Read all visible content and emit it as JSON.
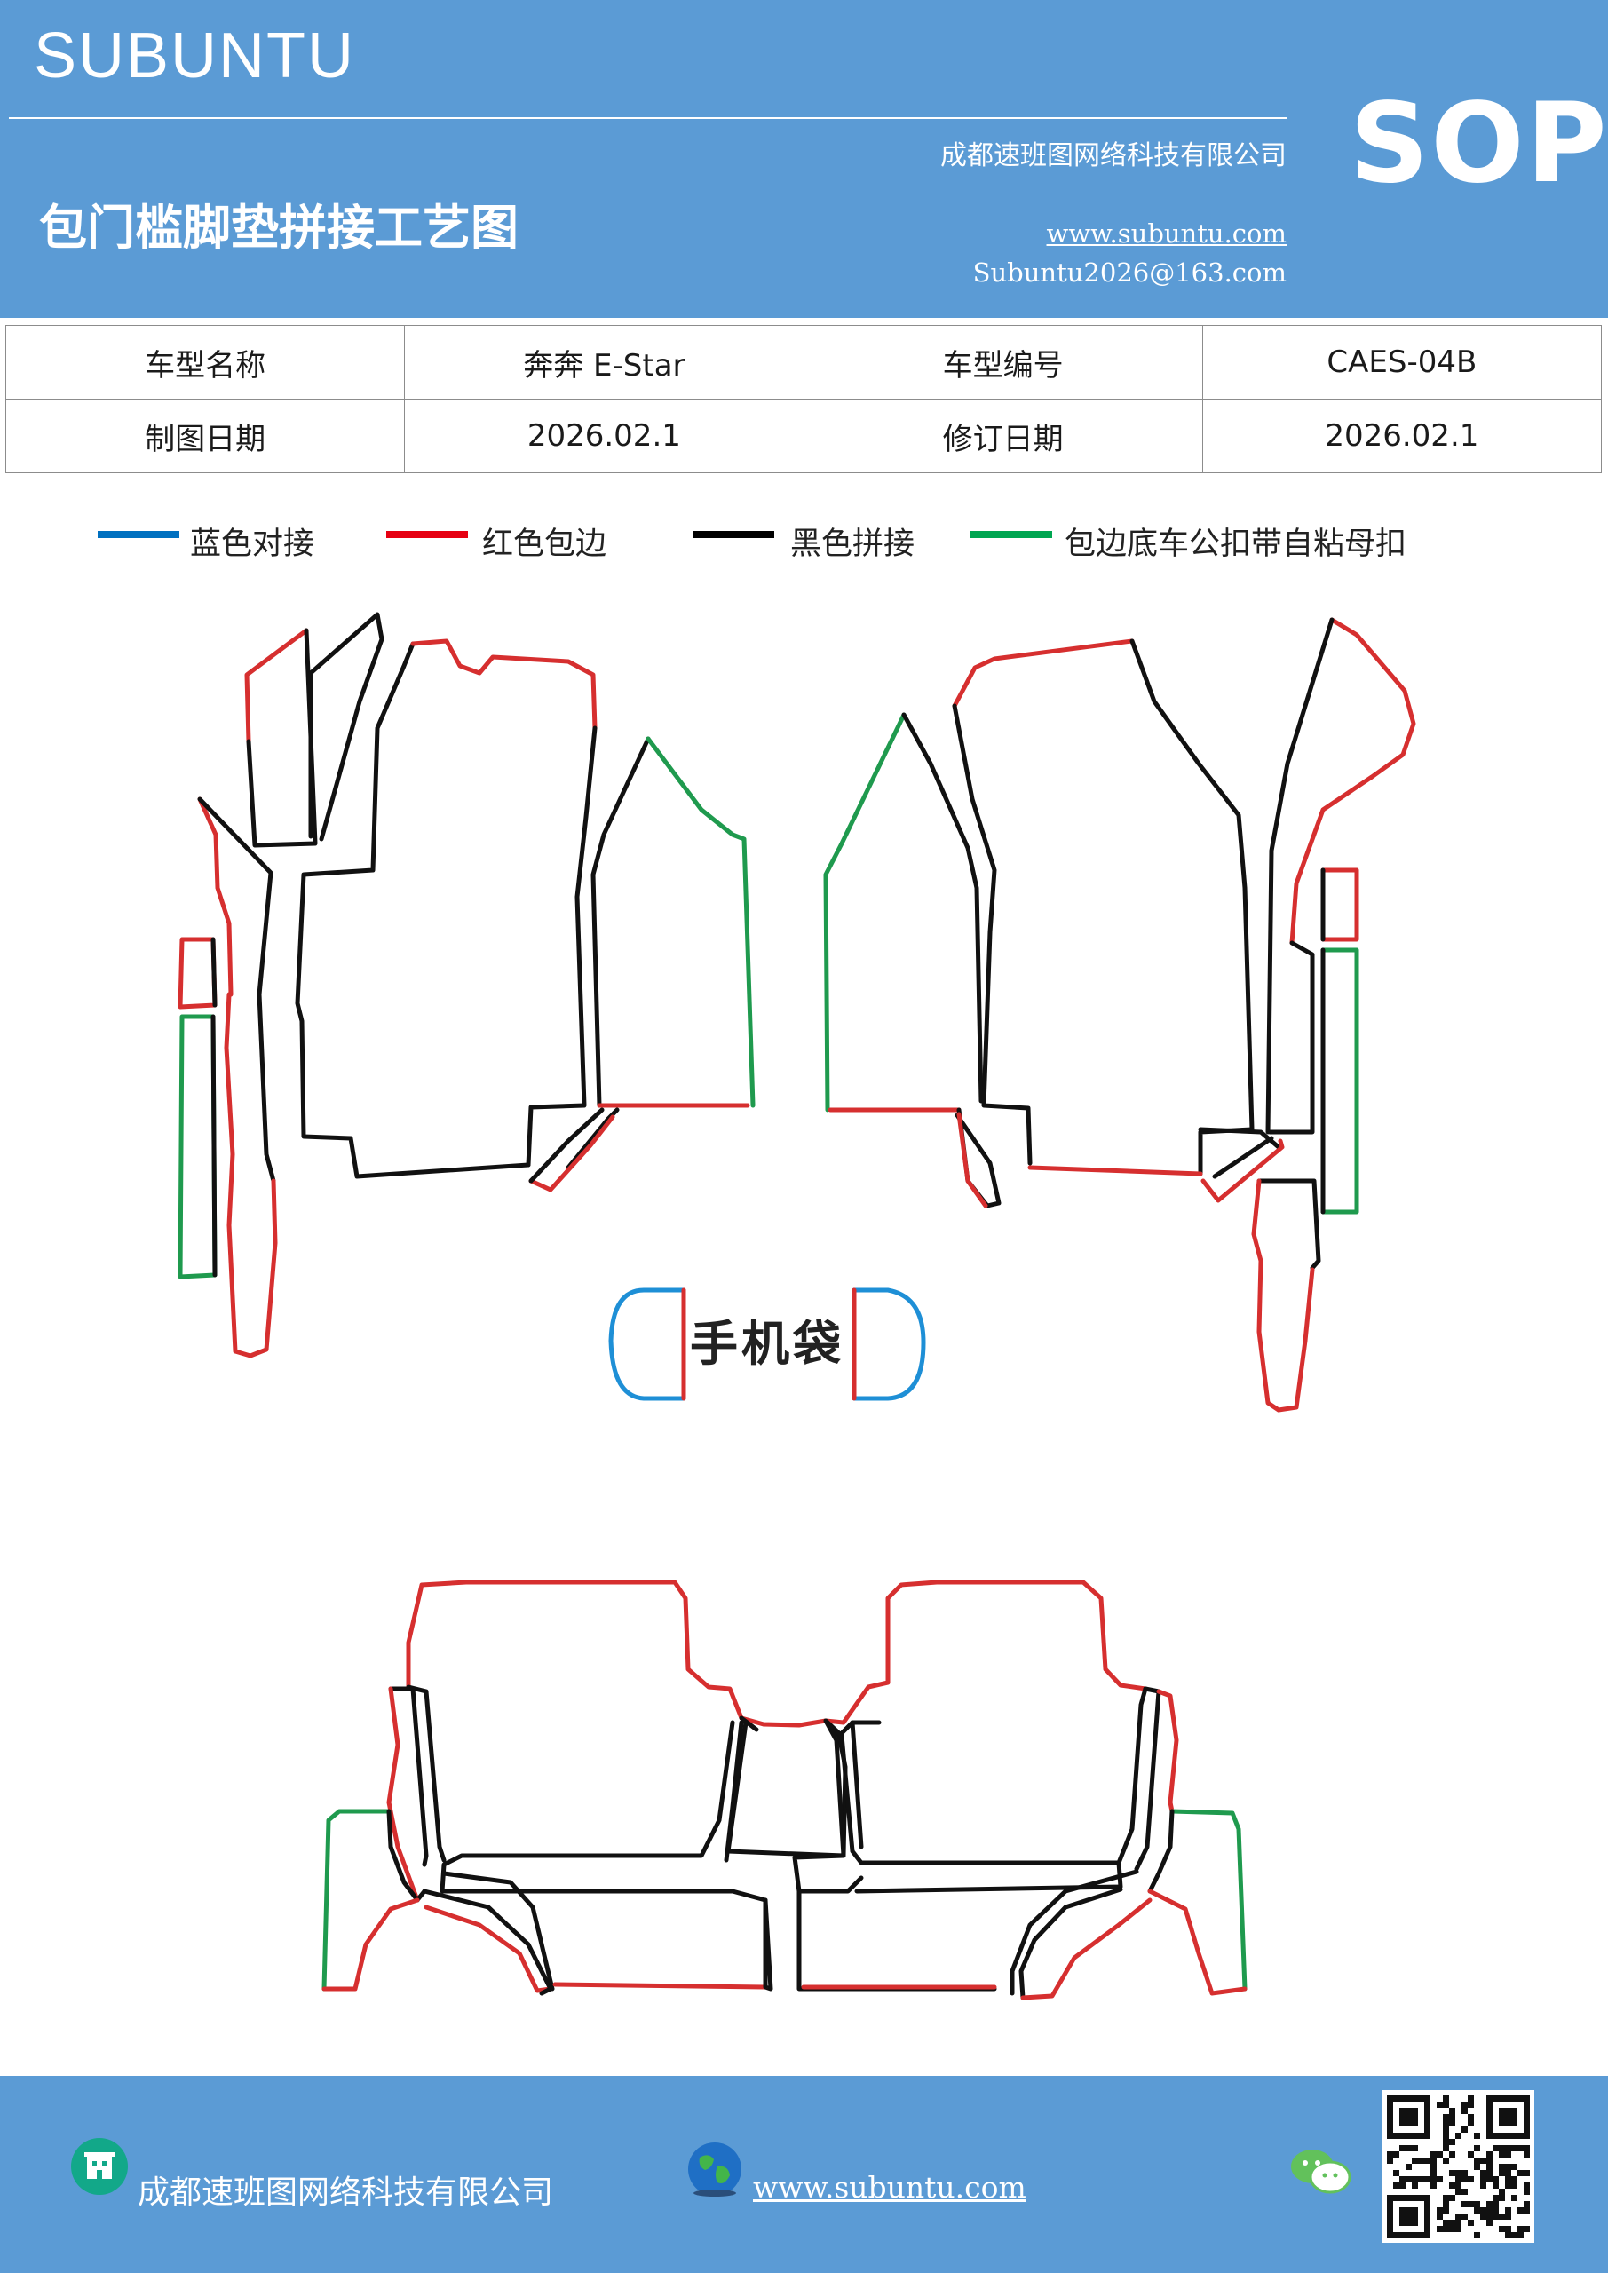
{
  "header": {
    "brand": "SUBUNTU",
    "company": "成都速班图网络科技有限公司",
    "title": "包门槛脚垫拼接工艺图",
    "website": "www.subuntu.com",
    "email": "Subuntu2026@163.com",
    "badge": "SOP"
  },
  "info_table": {
    "model_name_label": "车型名称",
    "model_name_value": "奔奔 E-Star",
    "model_code_label": "车型编号",
    "model_code_value": "CAES-04B",
    "drawing_date_label": "制图日期",
    "drawing_date_value": "2026.02.1",
    "revision_date_label": "修订日期",
    "revision_date_value": "2026.02.1"
  },
  "legend": [
    {
      "label": "蓝色对接",
      "color": "#0070c0"
    },
    {
      "label": "红色包边",
      "color": "#e60012"
    },
    {
      "label": "黑色拼接",
      "color": "#000000"
    },
    {
      "label": "包边底车公扣带自粘母扣",
      "color": "#00a651"
    }
  ],
  "diagram": {
    "phone_pocket_label": "手机袋",
    "colors": {
      "blue": "#1e8fd6",
      "red": "#d62f2f",
      "black": "#111111",
      "green": "#1f9a4e"
    }
  },
  "footer": {
    "company": "成都速班图网络科技有限公司",
    "website": "www.subuntu.com",
    "icons": [
      "building-icon",
      "globe-icon",
      "wechat-icon",
      "qr-code"
    ]
  }
}
